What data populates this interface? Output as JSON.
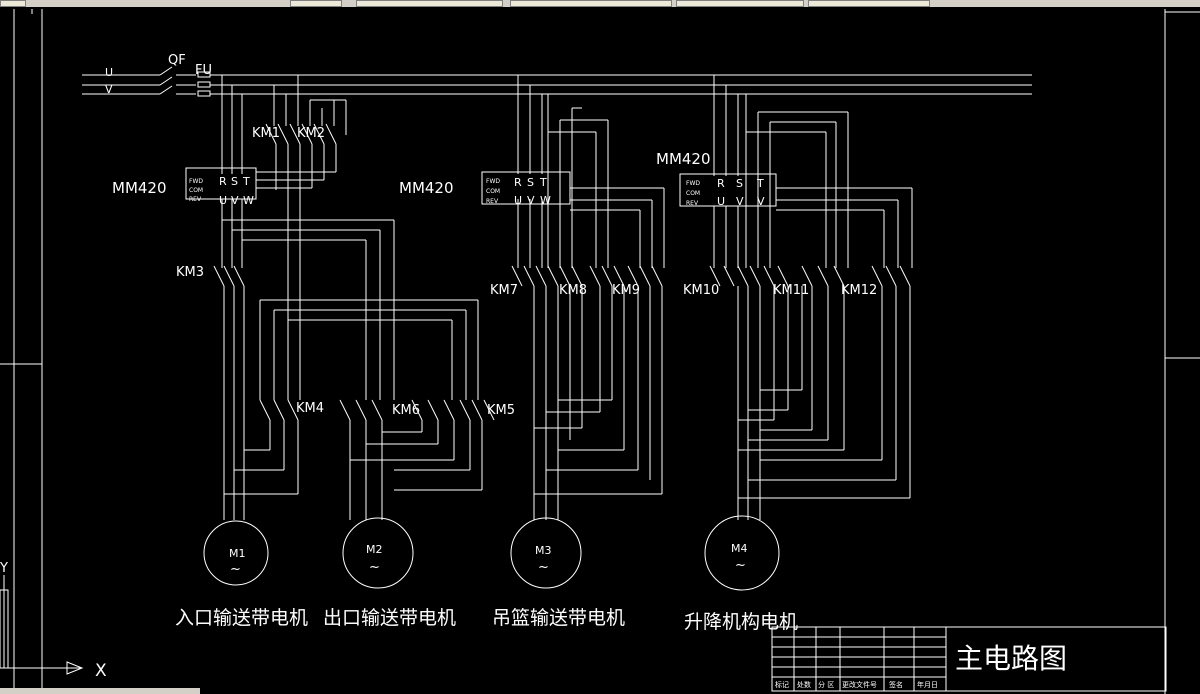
{
  "drawing": {
    "title": "主电路图",
    "background": "#000000",
    "line_color": "#ffffff"
  },
  "supply": {
    "phase_labels": [
      "U",
      "V"
    ],
    "breaker": "QF",
    "fuse": "FU"
  },
  "inverters": [
    {
      "label": "MM420",
      "inputs": [
        "R",
        "S",
        "T"
      ],
      "outputs": [
        "U",
        "V",
        "W"
      ],
      "controls": [
        "FWD",
        "COM",
        "REV"
      ]
    },
    {
      "label": "MM420",
      "inputs": [
        "R",
        "S",
        "T"
      ],
      "outputs": [
        "U",
        "V",
        "W"
      ],
      "controls": [
        "FWD",
        "COM",
        "REV"
      ]
    },
    {
      "label": "MM420",
      "inputs": [
        "R",
        "S",
        "T"
      ],
      "outputs": [
        "U",
        "V",
        "V"
      ],
      "controls": [
        "FWD",
        "COM",
        "REV"
      ]
    }
  ],
  "contactors": [
    "KM1",
    "KM2",
    "KM3",
    "KM4",
    "KM5",
    "KM6",
    "KM7",
    "KM8",
    "KM9",
    "KM10",
    "KM11",
    "KM12"
  ],
  "motors": [
    {
      "id": "M1",
      "symbol": "~",
      "name": "入口输送带电机"
    },
    {
      "id": "M2",
      "symbol": "~",
      "name": "出口输送带电机"
    },
    {
      "id": "M3",
      "symbol": "~",
      "name": "吊篮输送带电机"
    },
    {
      "id": "M4",
      "symbol": "~",
      "name": "升降机构电机"
    }
  ],
  "axes": {
    "y": "Y",
    "x": "X"
  },
  "title_block": {
    "columns": [
      "标记",
      "处数",
      "分 区",
      "更改文件号",
      "签名",
      "年月日"
    ]
  }
}
